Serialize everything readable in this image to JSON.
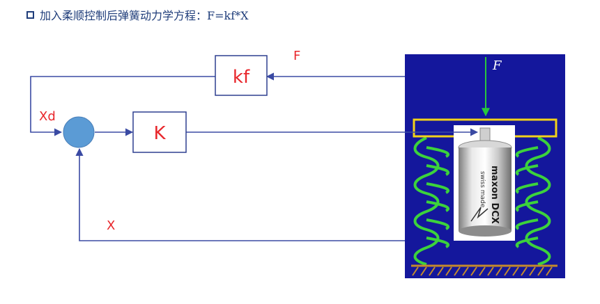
{
  "heading": {
    "text": "加入柔顺控制后弹簧动力学方程：F=kf*X",
    "icon": "square-bullet-icon"
  },
  "diagram": {
    "blocks": [
      {
        "id": "kf",
        "label": "kf"
      },
      {
        "id": "K",
        "label": "K"
      }
    ],
    "signals": {
      "force": "F",
      "desired": "Xd",
      "position": "X"
    },
    "illustration": {
      "force_label": "F",
      "motor_brand": "maxon DCX",
      "motor_sub": "swiss made",
      "colors": {
        "panel": "#14179c",
        "spring": "#3cd23c",
        "top_plate": "#f2d21a",
        "force_arrow": "#28c83c",
        "ground": "#c48a2c"
      }
    },
    "colors": {
      "line": "#3a4aa3",
      "block_border": "#2d3f8f",
      "summing_junction": "#5b9bd5",
      "label_red": "#e8262b"
    }
  }
}
